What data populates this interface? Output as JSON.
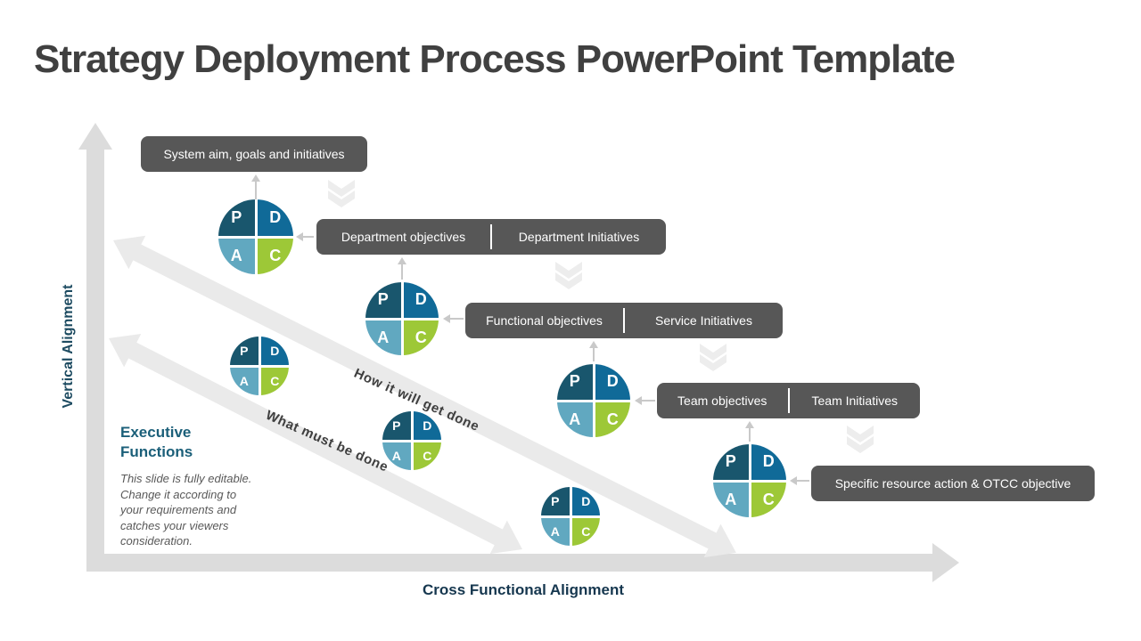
{
  "title": "Strategy Deployment Process PowerPoint Template",
  "axes": {
    "y_label": "Vertical Alignment",
    "x_label": "Cross Functional Alignment"
  },
  "diagonals": {
    "upper_label": "How it will get done",
    "lower_label": "What must be done"
  },
  "pdca": {
    "p": "P",
    "d": "D",
    "a": "A",
    "c": "C"
  },
  "boxes": [
    {
      "text": "System aim, goals and initiatives"
    },
    {
      "left": "Department objectives",
      "right": "Department Initiatives"
    },
    {
      "left": "Functional objectives",
      "right": "Service Initiatives"
    },
    {
      "left": "Team objectives",
      "right": "Team Initiatives"
    },
    {
      "text": "Specific resource action & OTCC objective"
    }
  ],
  "note": {
    "heading": "Executive Functions",
    "body": "This slide is fully editable. Change it according to your requirements and catches your viewers consideration."
  },
  "colors": {
    "plan": "#19566d",
    "do": "#106a98",
    "act": "#61a8c0",
    "check": "#9dc837",
    "label_box": "#575757",
    "title_text": "#404040",
    "axis_text": "#16374f",
    "note_heading": "#1b5f79",
    "axis_arrow": "#dcdcdc",
    "diagonal_arrow": "#eaeaea",
    "chevron": "#ededed",
    "connector": "#c9c9c9"
  }
}
